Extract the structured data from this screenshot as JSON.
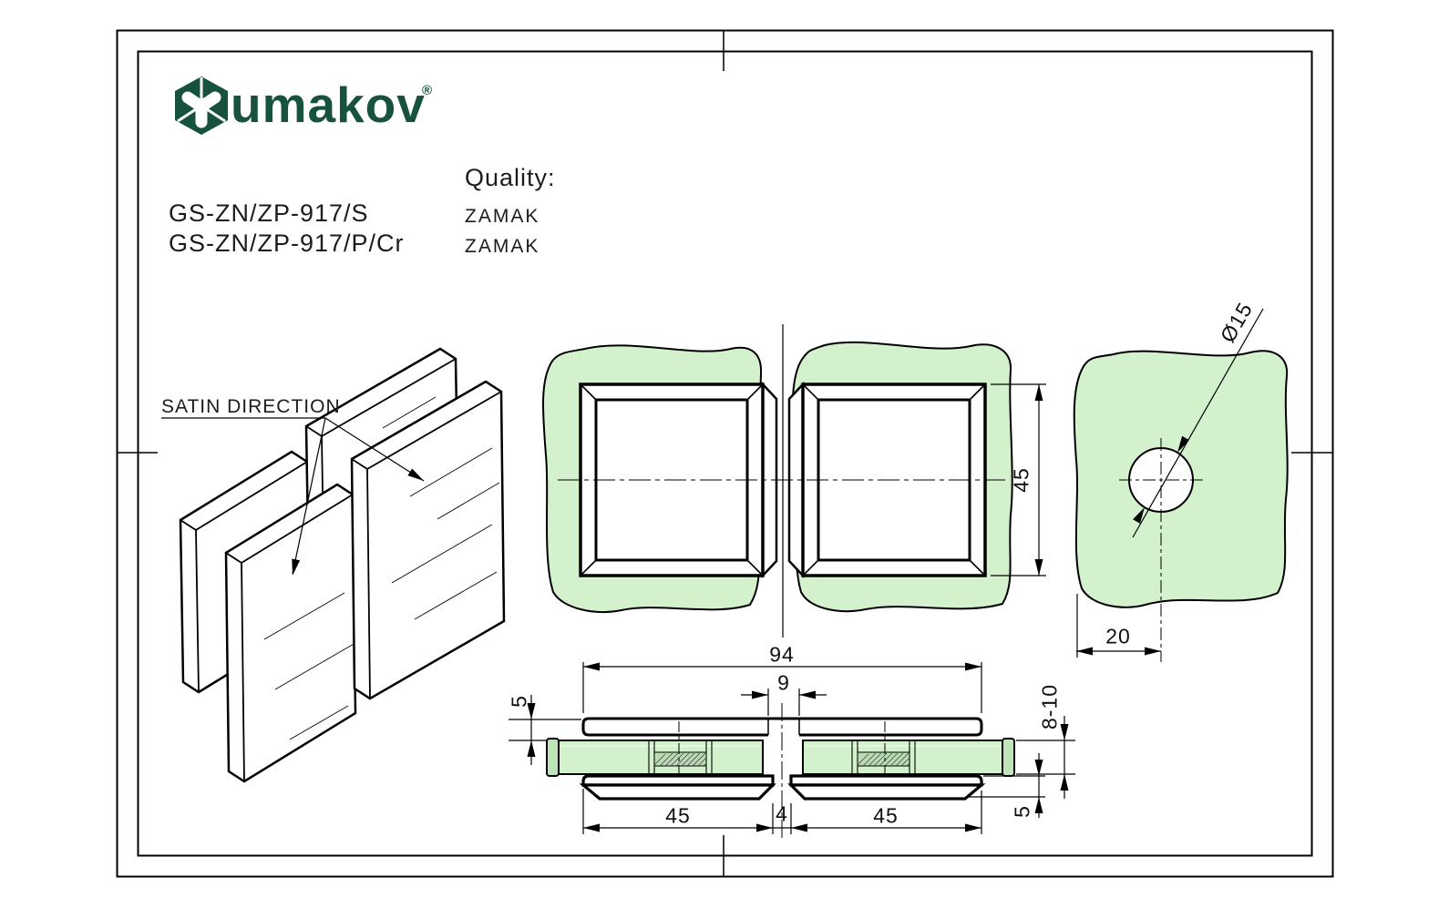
{
  "header": {
    "brand": "umakov",
    "registered_mark": "®",
    "quality_label": "Quality:",
    "products": [
      {
        "code": "GS-ZN/ZP-917/S",
        "material": "ZAMAK"
      },
      {
        "code": "GS-ZN/ZP-917/P/Cr",
        "material": "ZAMAK"
      }
    ]
  },
  "iso_view": {
    "annotation": "SATIN DIRECTION"
  },
  "front_view": {
    "dim_height": "45"
  },
  "side_view": {
    "dim_hole_diameter": "Ø15",
    "dim_hole_edge_distance": "20"
  },
  "section_view": {
    "dim_overall_width": "94",
    "dim_center_hole_width": "9",
    "dim_cover_plate_thickness": "5",
    "dim_glass_thickness": "8-10",
    "dim_left_plate_width": "45",
    "dim_center_gap": "4",
    "dim_right_plate_width": "45",
    "dim_bottom_plate_thickness": "5"
  },
  "colors": {
    "brand_green": "#17523f",
    "glass_green": "#d3f1cd",
    "glass_green_dark": "#bfe4ba",
    "line": "#000000"
  }
}
